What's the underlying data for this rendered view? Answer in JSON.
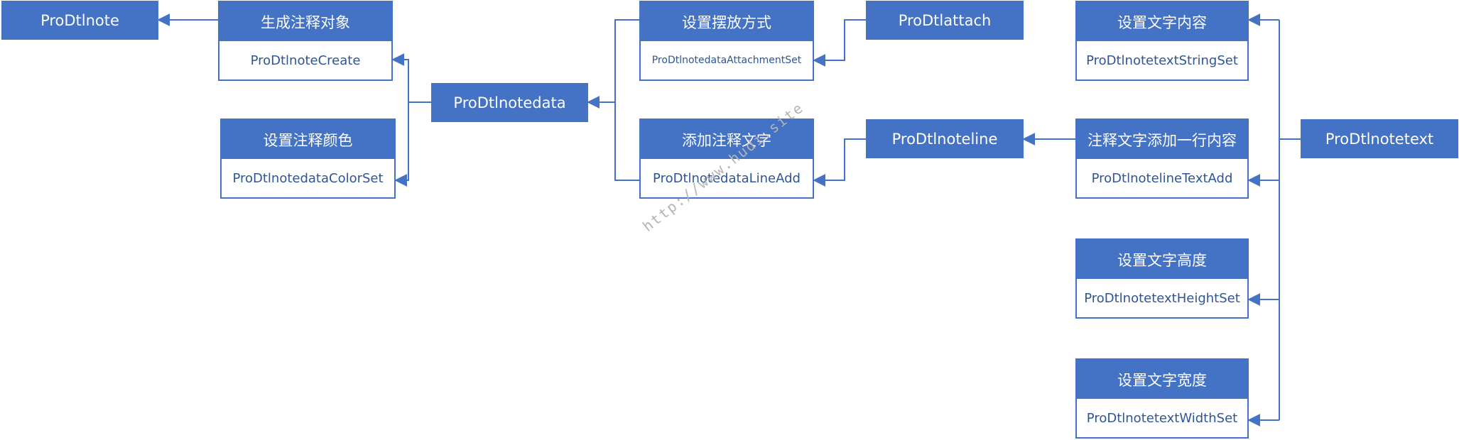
{
  "colors": {
    "node_fill": "#4472C4",
    "node_text": "#ffffff",
    "body_text": "#2F5597",
    "connector": "#4472C4",
    "watermark": "#b4b4b4"
  },
  "nodes": {
    "prodtlnote": "ProDtlnote",
    "prodtlnotedata": "ProDtlnotedata",
    "prodtlattach": "ProDtlattach",
    "prodtlnoteline": "ProDtlnoteline",
    "prodtlnotetext": "ProDtlnotetext"
  },
  "cards": {
    "create": {
      "title": "生成注释对象",
      "func": "ProDtlnoteCreate"
    },
    "color_set": {
      "title": "设置注释颜色",
      "func": "ProDtlnotedataColorSet"
    },
    "attachment_set": {
      "title": "设置摆放方式",
      "func": "ProDtlnotedataAttachmentSet"
    },
    "line_add": {
      "title": "添加注释文字",
      "func": "ProDtlnotedataLineAdd"
    },
    "string_set": {
      "title": "设置文字内容",
      "func": "ProDtlnotetextStringSet"
    },
    "text_add": {
      "title": "注释文字添加一行内容",
      "func": "ProDtlnotelineTextAdd"
    },
    "height_set": {
      "title": "设置文字高度",
      "func": "ProDtlnotetextHeightSet"
    },
    "width_set": {
      "title": "设置文字宽度",
      "func": "ProDtlnotetextWidthSet"
    }
  },
  "watermark": "http://www.hudi.site"
}
